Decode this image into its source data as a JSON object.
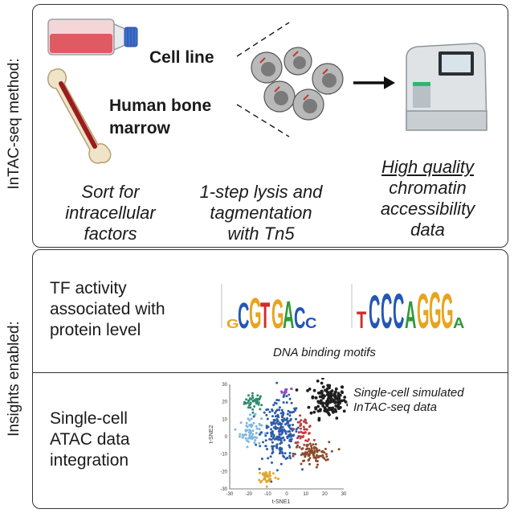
{
  "method_section": {
    "side_label": "InTAC-seq method:",
    "cell_line": "Cell line",
    "human_bone_marrow_line1": "Human bone",
    "human_bone_marrow_line2": "marrow",
    "step1_lines": [
      "Sort for",
      "intracellular",
      "factors"
    ],
    "step2_lines": [
      "1-step lysis and",
      "tagmentation",
      "with Tn5"
    ],
    "step3_lines": [
      "High quality",
      "chromatin",
      "accessibility",
      "data"
    ]
  },
  "insights_section": {
    "side_label": "Insights enabled:",
    "tf_lines": [
      "TF activity",
      "associated with",
      "protein level"
    ],
    "motif1_letters": "GCGTGACC",
    "motif2_letters": "TCCCAGGGA",
    "motif_caption": "DNA binding motifs",
    "sc_lines": [
      "Single-cell",
      "ATAC data",
      "integration"
    ],
    "tsne_caption_lines": [
      "Single-cell simulated",
      "InTAC-seq data"
    ]
  },
  "chart_data": {
    "type": "scatter",
    "xlabel": "t-SNE1",
    "ylabel": "t-SNE2",
    "xlim": [
      -30,
      30
    ],
    "ylim": [
      -30,
      30
    ],
    "x_ticks": [
      "-30",
      "-20",
      "-10",
      "0",
      "10",
      "20",
      "30"
    ],
    "y_ticks": [
      "30",
      "20",
      "10",
      "0",
      "-10",
      "-20",
      "-30"
    ],
    "clusters": [
      {
        "color": "#2e8b6e",
        "cx": -17,
        "cy": 20,
        "sx": 2.6,
        "sy": 2.4,
        "n": 40
      },
      {
        "color": "#8e4fc2",
        "cx": 0,
        "cy": 26,
        "sx": 1.6,
        "sy": 1.0,
        "n": 12
      },
      {
        "color": "#1f1f1f",
        "cx": 22,
        "cy": 21,
        "sx": 4.8,
        "sy": 5.0,
        "n": 140
      },
      {
        "color": "#7fb8e0",
        "cx": -19,
        "cy": 3,
        "sx": 2.8,
        "sy": 4.2,
        "n": 70
      },
      {
        "color": "#2c5ba8",
        "cx": -3,
        "cy": 3,
        "sx": 5.0,
        "sy": 8.5,
        "n": 230
      },
      {
        "color": "#c23d3d",
        "cx": 9,
        "cy": 4,
        "sx": 2.3,
        "sy": 3.6,
        "n": 45
      },
      {
        "color": "#8b4a2b",
        "cx": 13,
        "cy": -10,
        "sx": 4.6,
        "sy": 3.4,
        "n": 90
      },
      {
        "color": "#e0a52a",
        "cx": -10,
        "cy": -23,
        "sx": 2.6,
        "sy": 2.0,
        "n": 36
      }
    ]
  },
  "colors": {
    "motif_A": "#2f9a3a",
    "motif_C": "#2457b5",
    "motif_G": "#e8a41c",
    "motif_T": "#d42a2a"
  }
}
